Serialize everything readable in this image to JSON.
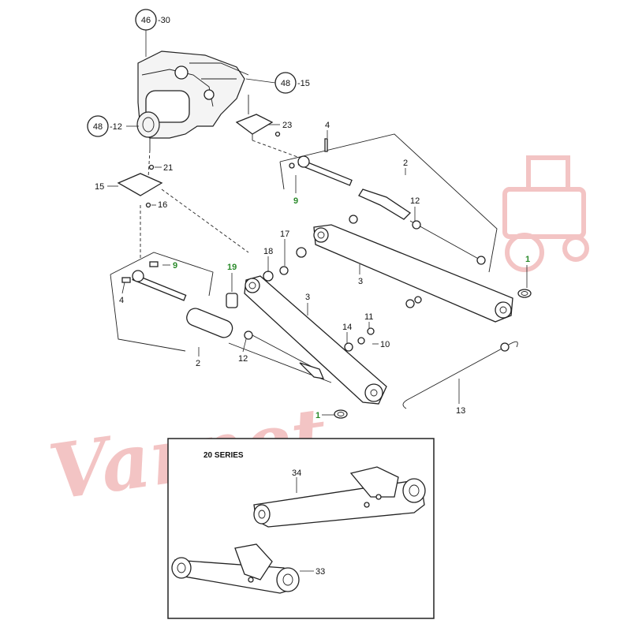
{
  "watermark": "Varnet",
  "inset": {
    "series_label": "20 SERIES"
  },
  "callouts": [
    {
      "id": "c46",
      "num": "46",
      "suffix": "-30"
    },
    {
      "id": "c48a",
      "num": "48",
      "suffix": "-15"
    },
    {
      "id": "c48b",
      "num": "48",
      "suffix": "-12"
    }
  ],
  "labels": [
    {
      "id": "l23",
      "text": "23",
      "color": "#111111"
    },
    {
      "id": "l4a",
      "text": "4",
      "color": "#111111"
    },
    {
      "id": "l2a",
      "text": "2",
      "color": "#111111"
    },
    {
      "id": "l21",
      "text": "21",
      "color": "#111111"
    },
    {
      "id": "l15",
      "text": "15",
      "color": "#111111"
    },
    {
      "id": "l16",
      "text": "16",
      "color": "#111111"
    },
    {
      "id": "l9a",
      "text": "9",
      "color": "#2a8a2a"
    },
    {
      "id": "l12a",
      "text": "12",
      "color": "#111111"
    },
    {
      "id": "l17",
      "text": "17",
      "color": "#111111"
    },
    {
      "id": "l18",
      "text": "18",
      "color": "#111111"
    },
    {
      "id": "l1a",
      "text": "1",
      "color": "#2a8a2a"
    },
    {
      "id": "l9b",
      "text": "9",
      "color": "#2a8a2a"
    },
    {
      "id": "l19",
      "text": "19",
      "color": "#2a8a2a"
    },
    {
      "id": "l3a",
      "text": "3",
      "color": "#111111"
    },
    {
      "id": "l3b",
      "text": "3",
      "color": "#111111"
    },
    {
      "id": "l4b",
      "text": "4",
      "color": "#111111"
    },
    {
      "id": "l14",
      "text": "14",
      "color": "#111111"
    },
    {
      "id": "l11",
      "text": "11",
      "color": "#111111"
    },
    {
      "id": "l10",
      "text": "10",
      "color": "#111111"
    },
    {
      "id": "l2b",
      "text": "2",
      "color": "#111111"
    },
    {
      "id": "l12b",
      "text": "12",
      "color": "#111111"
    },
    {
      "id": "l13",
      "text": "13",
      "color": "#111111"
    },
    {
      "id": "l1b",
      "text": "1",
      "color": "#2a8a2a"
    },
    {
      "id": "l34",
      "text": "34",
      "color": "#111111"
    },
    {
      "id": "l33",
      "text": "33",
      "color": "#111111"
    }
  ]
}
